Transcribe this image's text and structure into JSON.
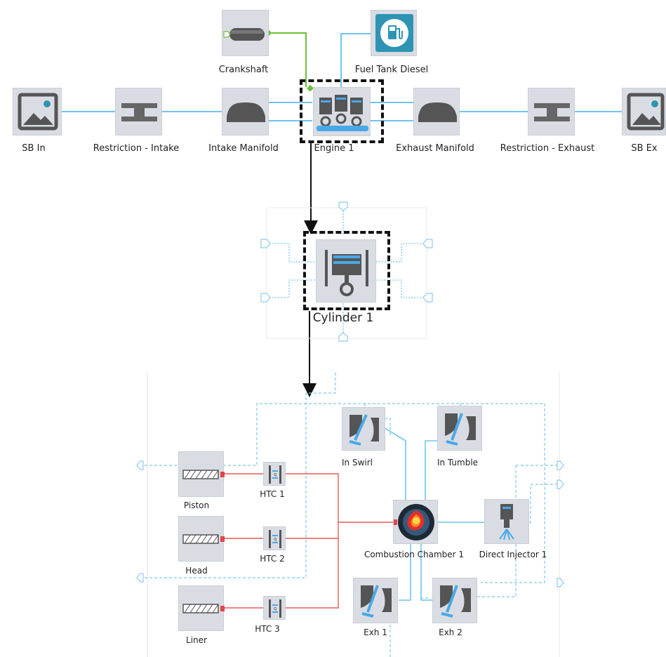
{
  "diagram": {
    "top_row": {
      "crankshaft": "Crankshaft",
      "fuel_tank": "Fuel Tank Diesel",
      "sb_in": "SB In",
      "restriction_intake": "Restriction - Intake",
      "intake_manifold": "Intake Manifold",
      "engine": "Engine 1",
      "exhaust_manifold": "Exhaust Manifold",
      "restriction_exhaust": "Restriction - Exhaust",
      "sb_ex": "SB Ex"
    },
    "middle": {
      "cylinder": "Cylinder 1"
    },
    "bottom": {
      "in_swirl": "In Swirl",
      "in_tumble": "In Tumble",
      "piston": "Piston",
      "head": "Head",
      "liner": "Liner",
      "htc1": "HTC 1",
      "htc2": "HTC 2",
      "htc3": "HTC 3",
      "combustion_chamber": "Combustion Chamber 1",
      "direct_injector": "Direct Injector 1",
      "exh1": "Exh 1",
      "exh2": "Exh 2"
    }
  },
  "colors": {
    "fluid_link": "#6ec3ee",
    "thermal_link": "#e85a5a",
    "mech_link": "#6cbf3c",
    "node_fill": "#d9dde3",
    "port_blue": "#4aa8e8",
    "port_red": "#e04848",
    "fuel_icon_bg": "#2f94b4"
  }
}
